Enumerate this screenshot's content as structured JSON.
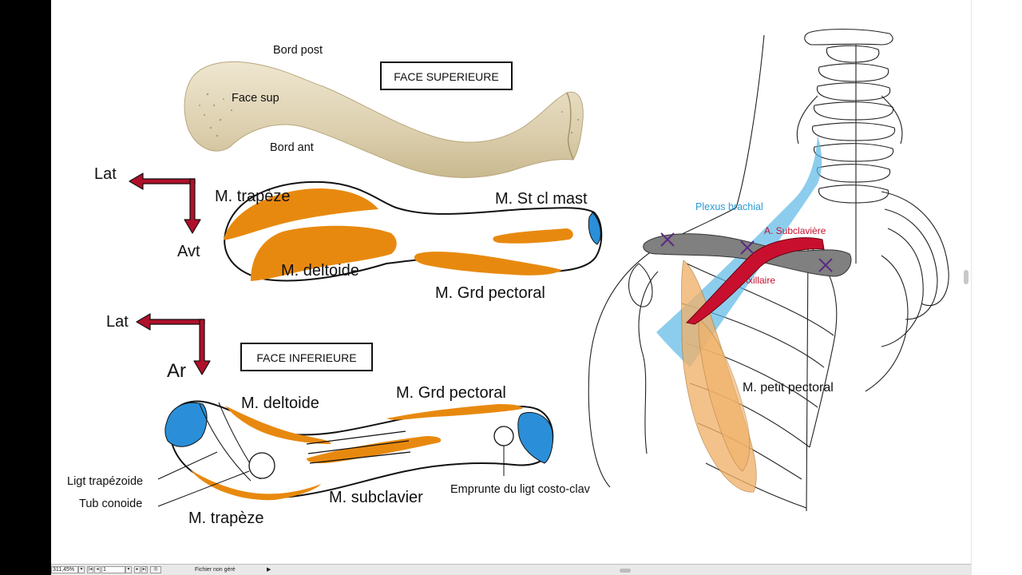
{
  "labels": {
    "bord_post": "Bord post",
    "face_sup": "Face sup",
    "bord_ant": "Bord ant",
    "face_superieure": "FACE SUPERIEURE",
    "face_inferieure": "FACE INFERIEURE",
    "lat_1": "Lat",
    "avt": "Avt",
    "lat_2": "Lat",
    "ar": "Ar",
    "trapeze_sup": "M. trapèze",
    "deltoide_sup": "M. deltoide",
    "st_cl_mast": "M. St cl mast",
    "grd_pectoral_sup": "M. Grd pectoral",
    "deltoide_inf": "M. deltoide",
    "grd_pectoral_inf": "M. Grd pectoral",
    "ligt_trapezoide": "Ligt trapézoide",
    "tub_conoide": "Tub conoide",
    "trapeze_inf": "M. trapèze",
    "subclavier": "M. subclavier",
    "emprunte": "Emprunte du ligt costo-clav",
    "plexus_brachial": "Plexus brachial",
    "a_subclaviere": "A. Subclavière",
    "a_axillaire": "A. Axillaire",
    "petit_pectoral": "M. petit pectoral"
  },
  "colors": {
    "muscle_orange": "#E8890F",
    "ligament_blue": "#2A8FD8",
    "arrow_red": "#B0102A",
    "artery_red": "#C8102E",
    "plexus_blue": "#5BB8E6",
    "clavicle_grey": "#808080",
    "petit_pectoral_fill": "#F0B26A",
    "marker_purple": "#5A2A82"
  },
  "statusbar": {
    "zoom": "311,45%",
    "page": "1",
    "status_text": "Fichier non géré"
  }
}
